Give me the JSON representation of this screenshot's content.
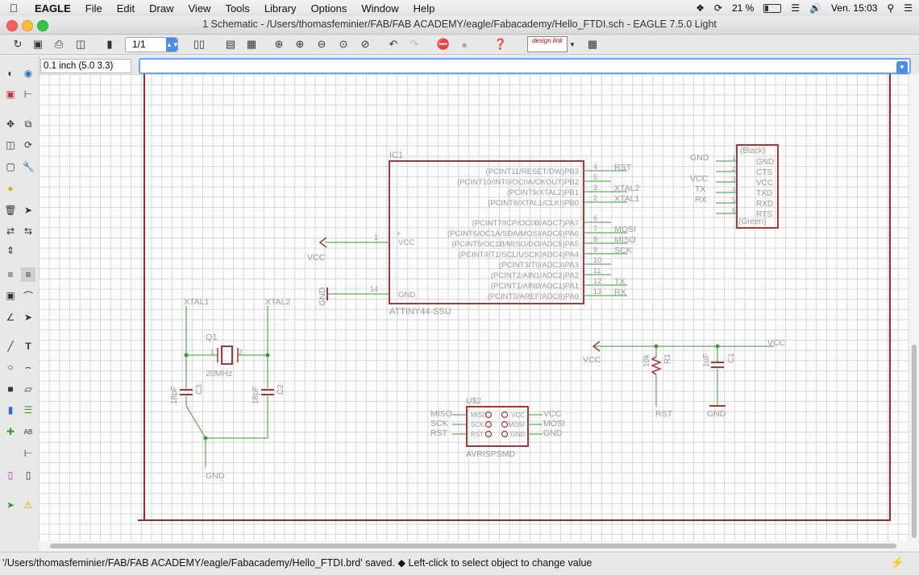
{
  "menubar": {
    "app": "EAGLE",
    "items": [
      "File",
      "Edit",
      "Draw",
      "View",
      "Tools",
      "Library",
      "Options",
      "Window",
      "Help"
    ],
    "battery": "21 %",
    "clock": "Ven. 15:03"
  },
  "window": {
    "title": "1 Schematic - /Users/thomasfeminier/FAB/FAB ACADEMY/eagle/Fabacademy/Hello_FTDI.sch - EAGLE 7.5.0 Light"
  },
  "toolbar": {
    "sheet": "1/1",
    "designlink": "design link"
  },
  "command": {
    "coordinate": "0.1 inch (5.0 3.3)",
    "value": ""
  },
  "schematic": {
    "ic1": {
      "name": "IC1",
      "value": "ATTINY44-SSU",
      "right_pins": [
        {
          "num": "4",
          "label": "(PCINT11/RESET/DW)PB3",
          "net": "RST"
        },
        {
          "num": "5",
          "label": "(PCINT10/INT0/OC0A/CKOUT)PB2",
          "net": ""
        },
        {
          "num": "3",
          "label": "(PCINT9/XTAL2)PB1",
          "net": "XTAL2"
        },
        {
          "num": "2",
          "label": "(PCINT8/XTAL1/CLKI)PB0",
          "net": "XTAL1"
        },
        {
          "num": "6",
          "label": "(PCINT7/ICP/OC0B/ADC7)PA7",
          "net": ""
        },
        {
          "num": "7",
          "label": "(PCINT6/OC1A/SDA/MOSI/ADC6)PA6",
          "net": "MOSI"
        },
        {
          "num": "8",
          "label": "(PCINT5/OC1B/MISO/DO/ADC5)PA5",
          "net": "MISO"
        },
        {
          "num": "9",
          "label": "(PCINT4/T1/SCL/USCK/ADC4)PA4",
          "net": "SCK"
        },
        {
          "num": "10",
          "label": "(PCINT3/T0/ADC3)PA3",
          "net": ""
        },
        {
          "num": "11",
          "label": "(PCINT2/AIN1/ADC2)PA2",
          "net": ""
        },
        {
          "num": "12",
          "label": "(PCINT1/AIN0/ADC1)PA1",
          "net": "TX"
        },
        {
          "num": "13",
          "label": "(PCINT0/AREF/ADC0)PA0",
          "net": "RX"
        }
      ],
      "vcc_pin": {
        "num": "1",
        "label": "VCC",
        "net": "VCC"
      },
      "gnd_pin": {
        "num": "14",
        "label": "GND",
        "net": "GND"
      }
    },
    "ftdi": {
      "top": "(Black)",
      "bottom": "(Green)",
      "pins": [
        {
          "num": "1",
          "label": "GND",
          "net": "GND"
        },
        {
          "num": "2",
          "label": "CTS",
          "net": ""
        },
        {
          "num": "3",
          "label": "VCC",
          "net": "VCC"
        },
        {
          "num": "4",
          "label": "TXD",
          "net": "TX"
        },
        {
          "num": "5",
          "label": "RXD",
          "net": "RX"
        },
        {
          "num": "6",
          "label": "RTS",
          "net": ""
        }
      ]
    },
    "crystal": {
      "name": "Q1",
      "value": "20MHz",
      "pin1": "1",
      "pin2": "2",
      "net_left": "XTAL1",
      "net_right": "XTAL2"
    },
    "c3": {
      "name": "C3",
      "value": "18pF"
    },
    "c2": {
      "name": "C2",
      "value": "18pF"
    },
    "crystal_gnd": "GND",
    "r1": {
      "name": "R1",
      "value": "10k",
      "net_bottom": "RST"
    },
    "c1": {
      "name": "C1",
      "value": "1uF",
      "net_bottom": "GND"
    },
    "vcc_right": "VCC",
    "vcc_left": "VCC",
    "isp": {
      "name": "U$2",
      "value": "AVRISPSMD",
      "left_pins": [
        "MISO",
        "SCK",
        "RST"
      ],
      "right_pins": [
        "VCC",
        "MOSI",
        "GND"
      ],
      "left_nets": [
        "MISO",
        "SCK",
        "RST"
      ],
      "right_nets": [
        "VCC",
        "MOSI",
        "GND"
      ]
    }
  },
  "status": {
    "text": "'/Users/thomasfeminier/FAB/FAB ACADEMY/eagle/Fabacademy/Hello_FTDI.brd' saved.  ◆ Left-click to select object to change value"
  },
  "colors": {
    "wire": "#3a9a3a",
    "symbol": "#a23a3a",
    "text": "#9a9a9a",
    "frame": "#9e2a2a"
  }
}
